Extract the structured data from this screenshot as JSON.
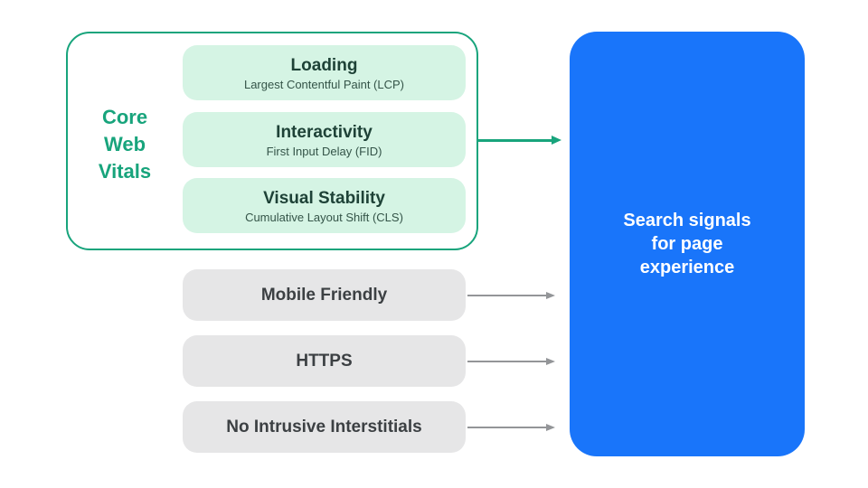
{
  "core_web_vitals": {
    "label": "Core\nWeb\nVitals",
    "items": [
      {
        "title": "Loading",
        "subtitle": "Largest Contentful Paint (LCP)"
      },
      {
        "title": "Interactivity",
        "subtitle": "First Input Delay (FID)"
      },
      {
        "title": "Visual Stability",
        "subtitle": "Cumulative Layout Shift (CLS)"
      }
    ]
  },
  "other_signals": [
    "Mobile Friendly",
    "HTTPS",
    "No Intrusive Interstitials"
  ],
  "result_box": {
    "text": "Search signals\nfor page\nexperience"
  },
  "icons": {
    "cwv_arrow": "arrow-right-icon",
    "signal_arrows": [
      "arrow-right-icon",
      "arrow-right-icon",
      "arrow-right-icon"
    ]
  },
  "colors": {
    "accent_green": "#18A47C",
    "green_pill_fill": "#D5F4E4",
    "green_pill_title": "#1E4237",
    "green_pill_subtitle": "#345448",
    "gray_pill_fill": "#E6E6E7",
    "gray_pill_text": "#3C4043",
    "arrow_gray": "#939598",
    "blue_box_fill": "#1975FA",
    "blue_box_text": "#FFFFFF",
    "background": "#FFFFFF"
  }
}
